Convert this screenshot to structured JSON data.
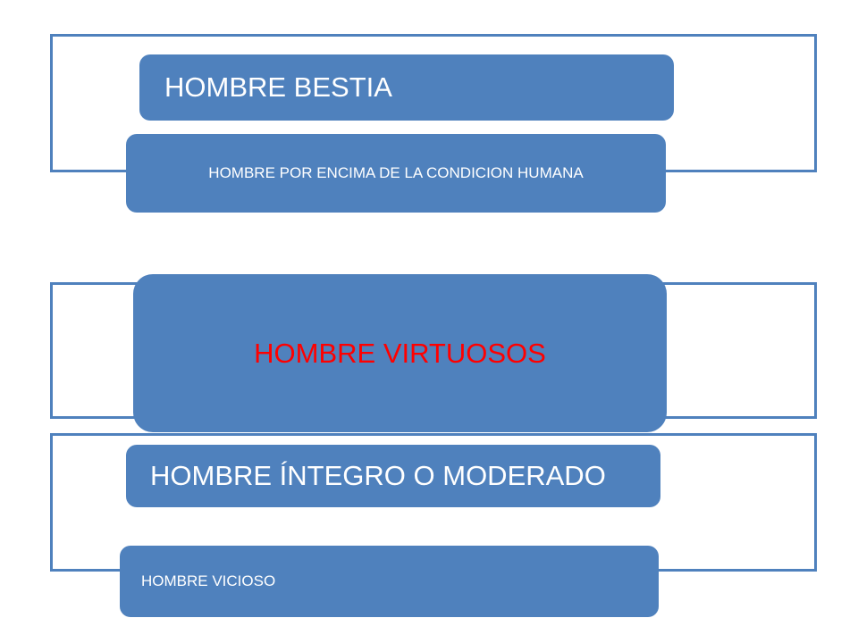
{
  "diagram": {
    "levels": [
      {
        "primary_label": "HOMBRE BESTIA",
        "secondary_label": "HOMBRE POR ENCIMA DE LA CONDICION HUMANA"
      },
      {
        "primary_label": "HOMBRE VIRTUOSOS"
      },
      {
        "primary_label": "HOMBRE ÍNTEGRO O MODERADO",
        "secondary_label": "HOMBRE VICIOSO"
      }
    ]
  },
  "colors": {
    "box_fill": "#4f81bd",
    "frame_border": "#4f81bd",
    "label_text": "#ffffff",
    "highlight_text": "#ff0000"
  }
}
